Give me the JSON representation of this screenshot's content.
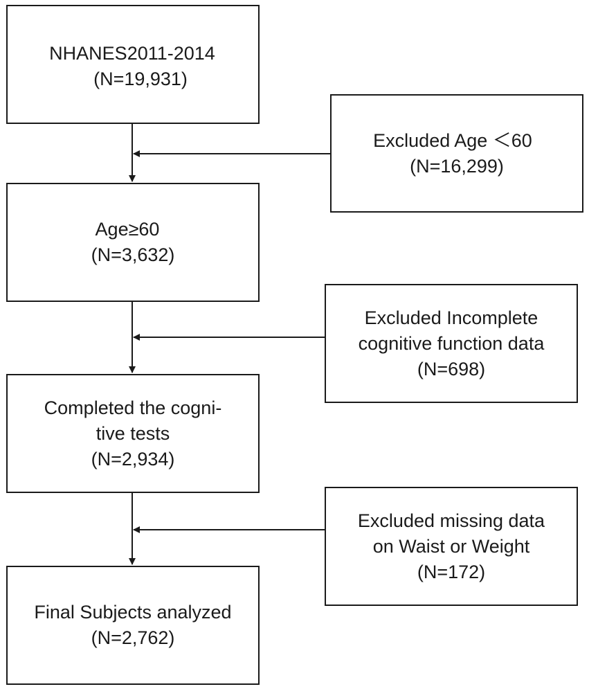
{
  "flow": {
    "main": [
      {
        "lines": [
          "NHANES2011-2014",
          "(N=19,931)"
        ]
      },
      {
        "lines": [
          "Age≥60",
          "(N=3,632)"
        ]
      },
      {
        "lines": [
          "Completed the cogni-",
          "tive tests",
          "(N=2,934)"
        ]
      },
      {
        "lines": [
          "Final Subjects analyzed",
          "(N=2,762)"
        ]
      }
    ],
    "excluded": [
      {
        "lines": [
          "Excluded Age ＜60",
          "(N=16,299)"
        ]
      },
      {
        "lines": [
          "Excluded Incomplete",
          "cognitive function data",
          "(N=698)"
        ]
      },
      {
        "lines": [
          "Excluded missing data",
          "on Waist or Weight",
          "(N=172)"
        ]
      }
    ]
  }
}
